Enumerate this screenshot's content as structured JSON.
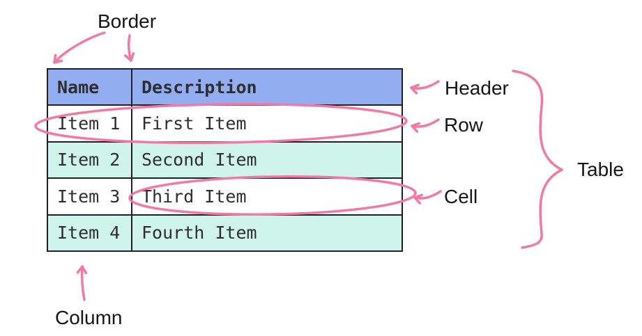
{
  "colors": {
    "header_bg": "#92adf0",
    "row_alt_bg": "#cef4ec",
    "row_bg": "#ffffff",
    "border": "#1f1f28",
    "annotation": "#f478a4",
    "table_text": "#2e2e2e",
    "label_text": "#151515"
  },
  "table": {
    "columns": [
      "Name",
      "Description"
    ],
    "rows": [
      [
        "Item 1",
        "First Item"
      ],
      [
        "Item 2",
        "Second Item"
      ],
      [
        "Item 3",
        "Third Item"
      ],
      [
        "Item 4",
        "Fourth Item"
      ]
    ]
  },
  "annotations": {
    "border_label": "Border",
    "header_label": "Header",
    "row_label": "Row",
    "cell_label": "Cell",
    "table_label": "Table",
    "column_label": "Column"
  }
}
